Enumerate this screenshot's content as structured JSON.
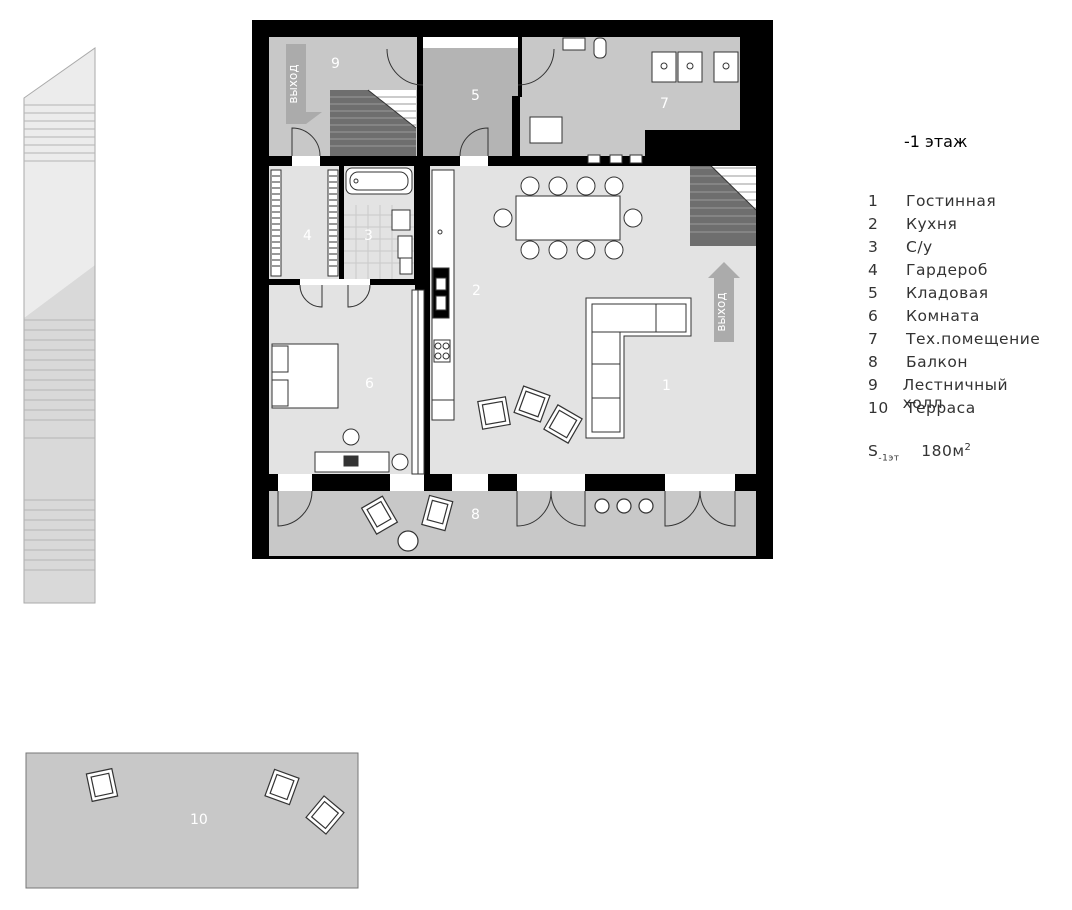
{
  "floor_title": "-1 этаж",
  "legend": [
    {
      "num": "1",
      "label": "Гостинная"
    },
    {
      "num": "2",
      "label": "Кухня"
    },
    {
      "num": "3",
      "label": "С/у"
    },
    {
      "num": "4",
      "label": "Гардероб"
    },
    {
      "num": "5",
      "label": "Кладовая"
    },
    {
      "num": "6",
      "label": "Комната"
    },
    {
      "num": "7",
      "label": "Тех.помещение"
    },
    {
      "num": "8",
      "label": "Балкон"
    },
    {
      "num": "9",
      "label": "Лестничный холл"
    },
    {
      "num": "10",
      "label": "Терраса"
    }
  ],
  "area": {
    "symbol": "S",
    "subscript": "-1эт",
    "value": "180",
    "unit": "м",
    "power": "2"
  },
  "room_labels": [
    "1",
    "2",
    "3",
    "4",
    "5",
    "6",
    "7",
    "8",
    "9",
    "10"
  ],
  "exit_label": "выход",
  "colors": {
    "wall": "#000000",
    "floor_light": "#e3e3e3",
    "floor_mid": "#c8c8c8",
    "floor_dark": "#b4b4b4",
    "stair_dark": "#6e6e6e"
  }
}
